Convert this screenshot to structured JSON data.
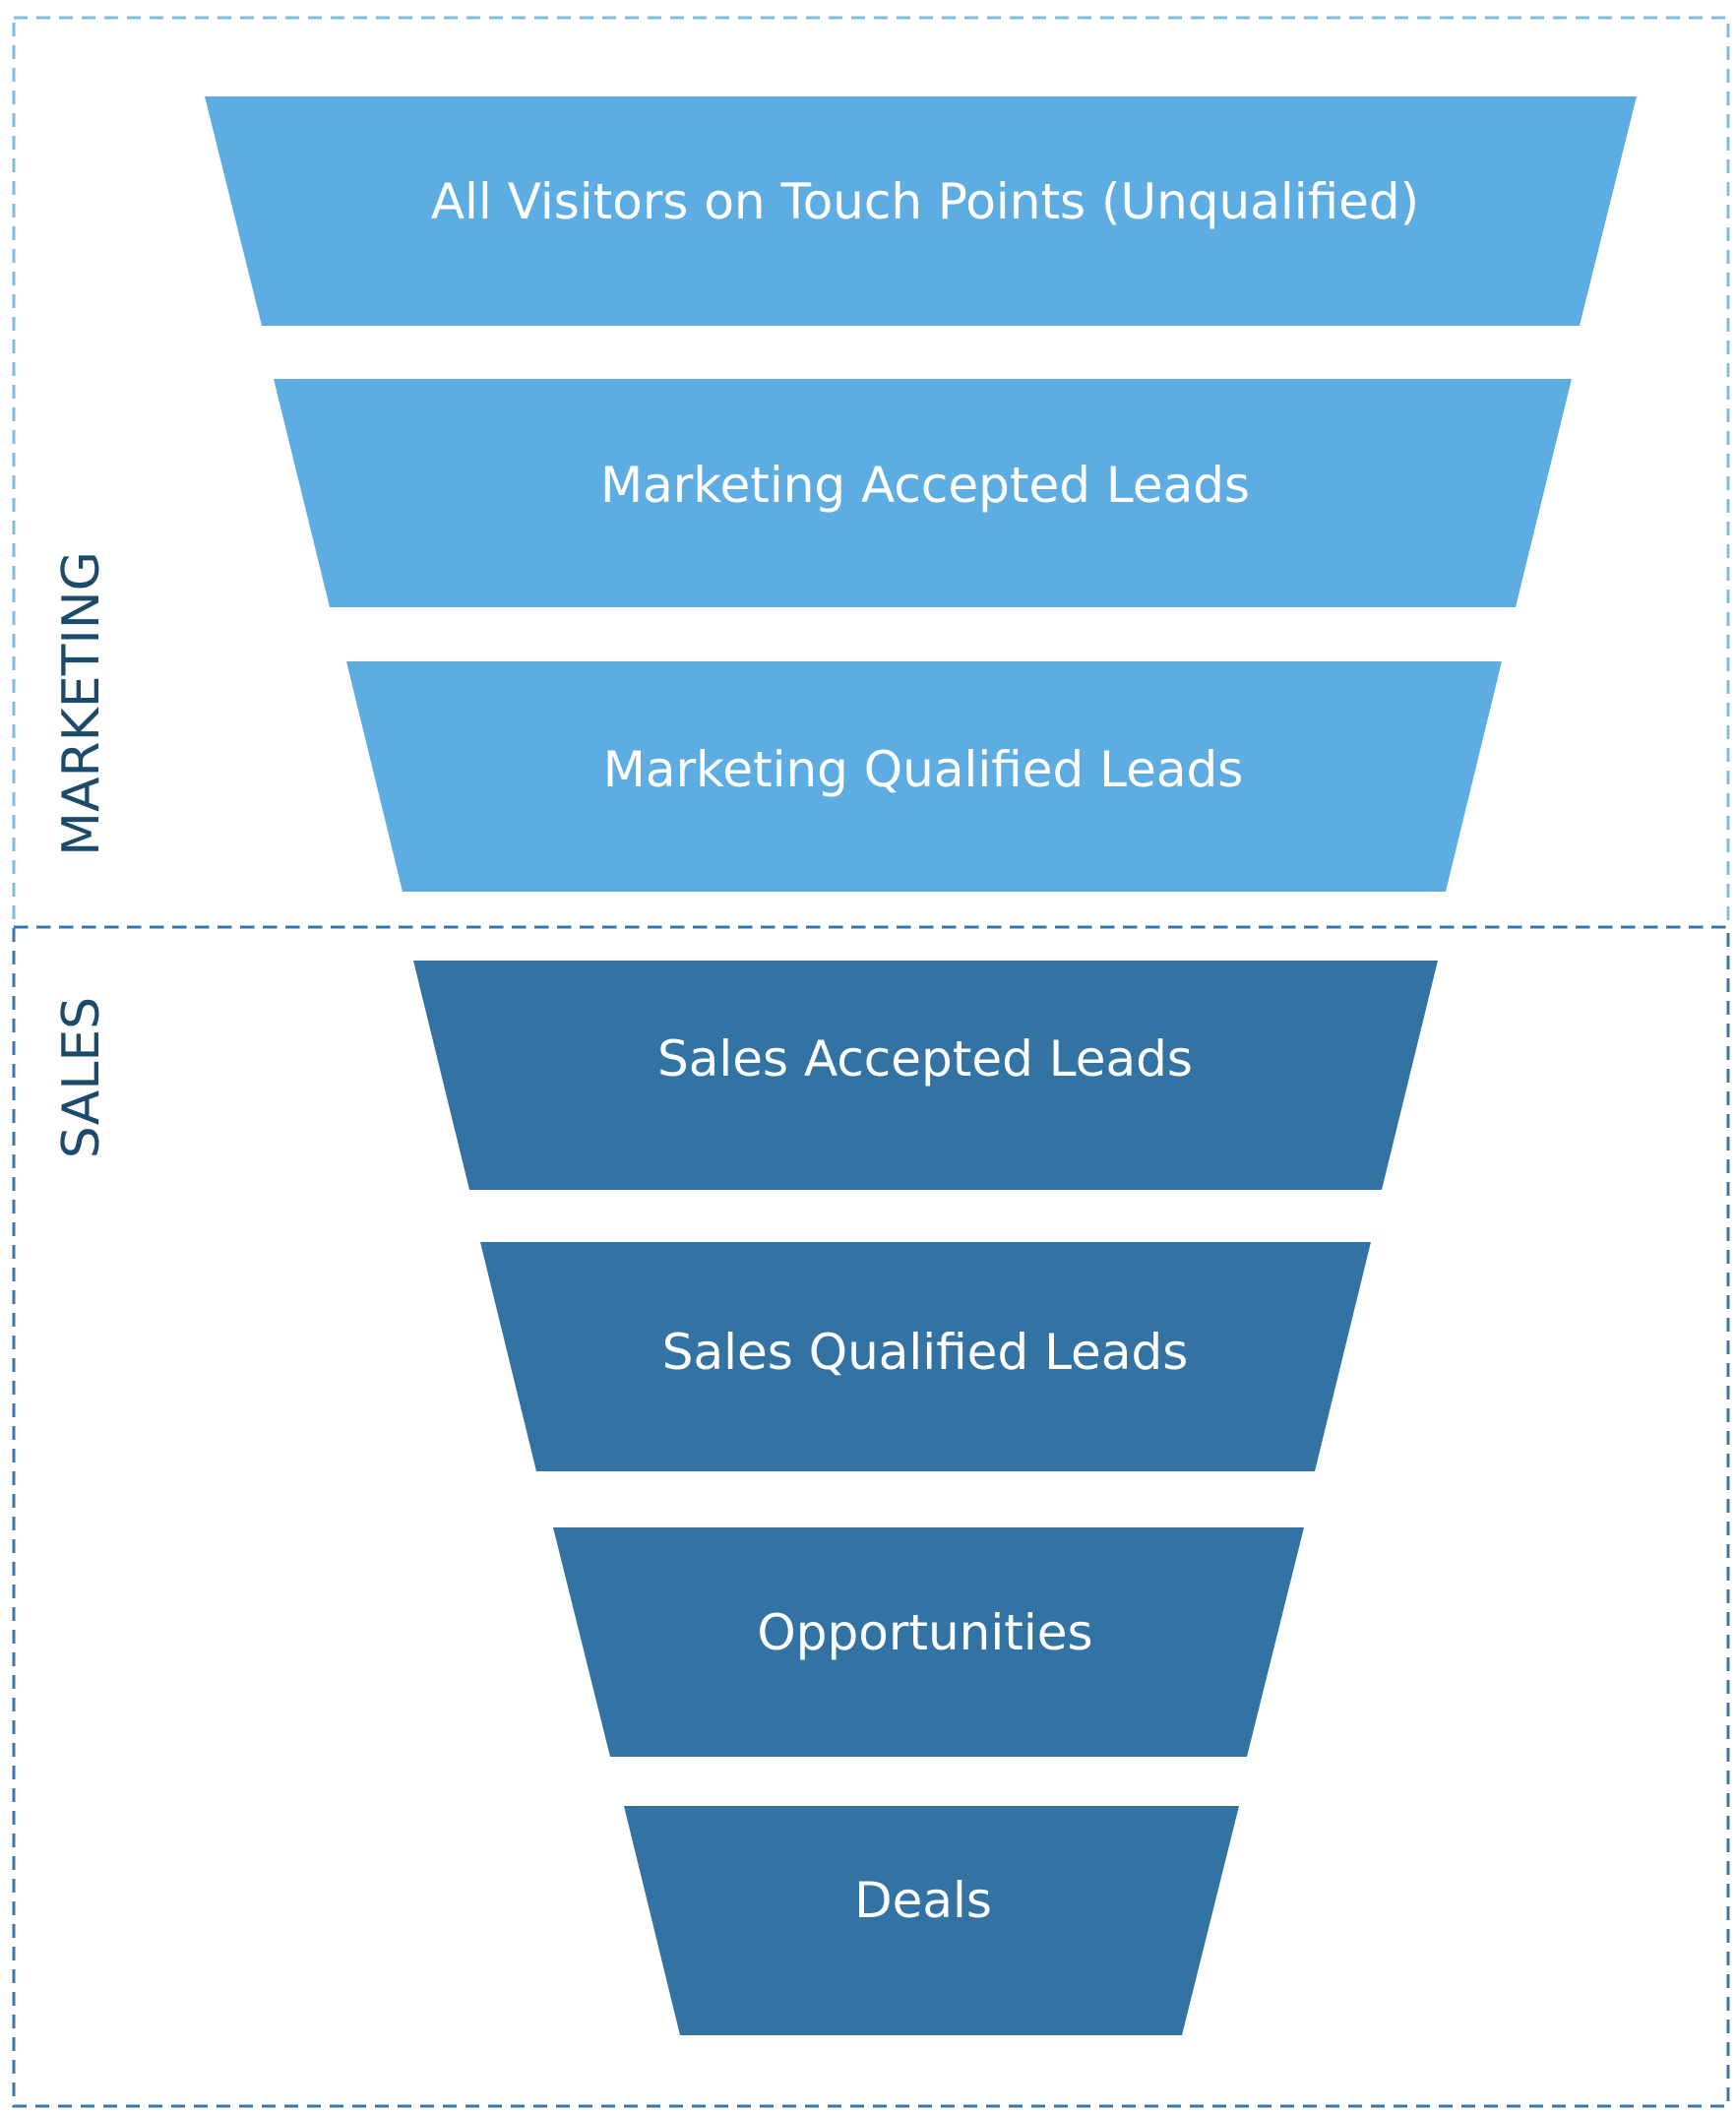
{
  "colors": {
    "marketing": "#5DADE2",
    "sales": "#3373A3",
    "marketing_border": "#7EBDE0",
    "sales_border": "#3A77A8",
    "marketing_label": "#1C4A6B",
    "sales_label": "#1C4A6B",
    "stage_text": "#FFFFFF"
  },
  "sections": {
    "marketing": {
      "label": "MARKETING"
    },
    "sales": {
      "label": "SALES"
    }
  },
  "funnel": {
    "stages": [
      {
        "label": "All Visitors on Touch Points (Unqualified)",
        "section": "marketing"
      },
      {
        "label": "Marketing Accepted Leads",
        "section": "marketing"
      },
      {
        "label": "Marketing Qualified Leads",
        "section": "marketing"
      },
      {
        "label": "Sales Accepted Leads",
        "section": "sales"
      },
      {
        "label": "Sales Qualified Leads",
        "section": "sales"
      },
      {
        "label": "Opportunities",
        "section": "sales"
      },
      {
        "label": "Deals",
        "section": "sales"
      }
    ]
  }
}
